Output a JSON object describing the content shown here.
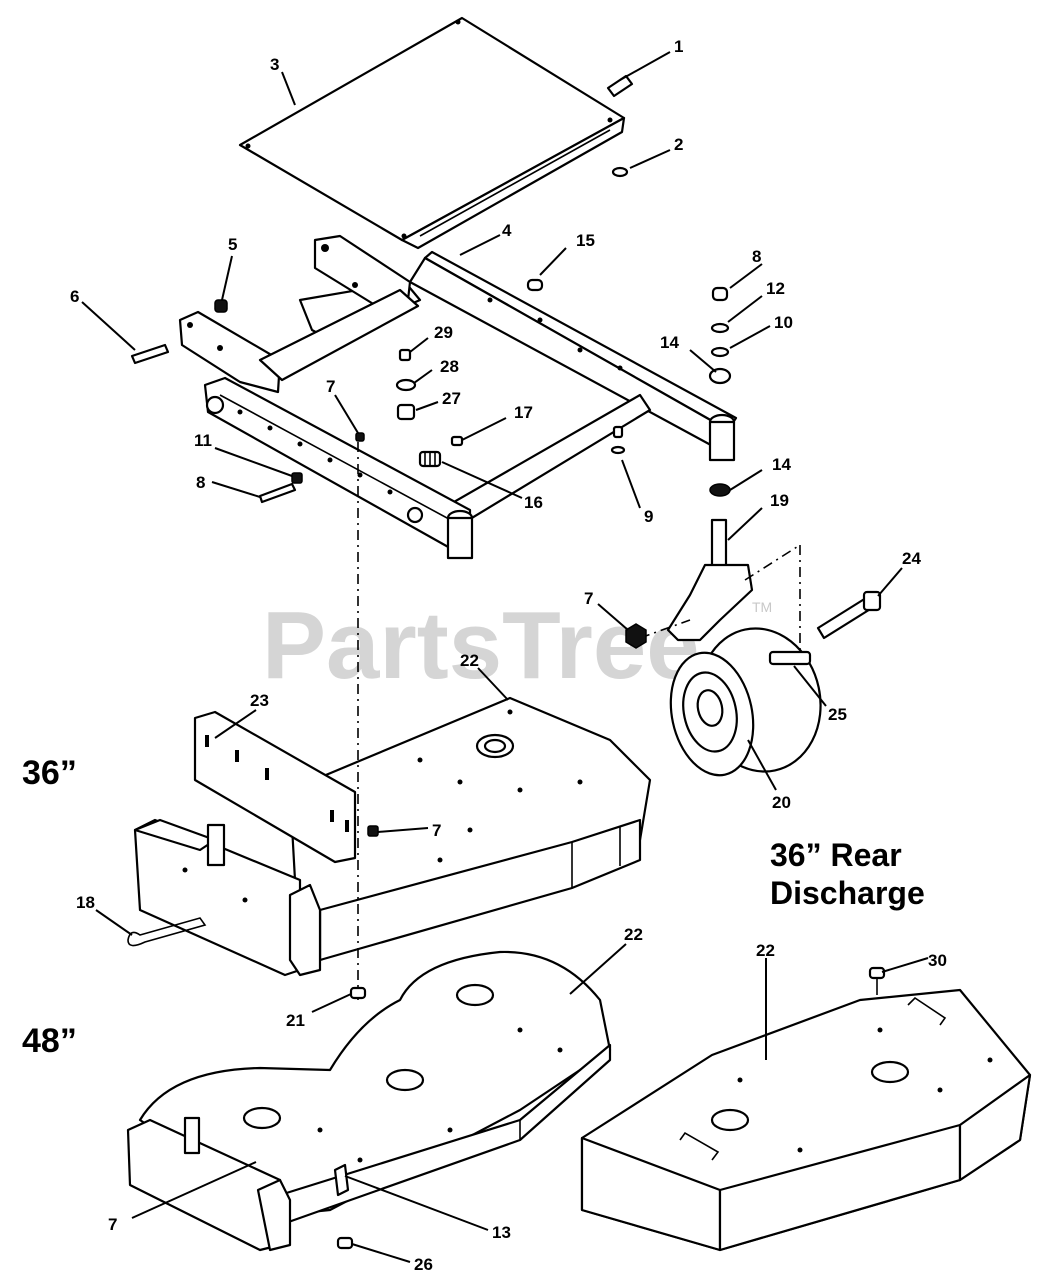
{
  "watermark": {
    "brand": "PartsTree",
    "trademark": "TM"
  },
  "size_labels": {
    "deck_36": "36”",
    "deck_48": "48”"
  },
  "rear_discharge": {
    "line1": "36” Rear",
    "line2": "Discharge"
  },
  "callouts": {
    "c1": "1",
    "c2": "2",
    "c3": "3",
    "c4": "4",
    "c5": "5",
    "c6": "6",
    "c7a": "7",
    "c7b": "7",
    "c7c": "7",
    "c7d": "7",
    "c8a": "8",
    "c8b": "8",
    "c9": "9",
    "c10": "10",
    "c11": "11",
    "c12": "12",
    "c13": "13",
    "c14a": "14",
    "c14b": "14",
    "c15": "15",
    "c16": "16",
    "c17": "17",
    "c18": "18",
    "c19": "19",
    "c20": "20",
    "c21": "21",
    "c22a": "22",
    "c22b": "22",
    "c22c": "22",
    "c23": "23",
    "c24": "24",
    "c25": "25",
    "c26": "26",
    "c27": "27",
    "c28": "28",
    "c29": "29",
    "c30": "30"
  }
}
